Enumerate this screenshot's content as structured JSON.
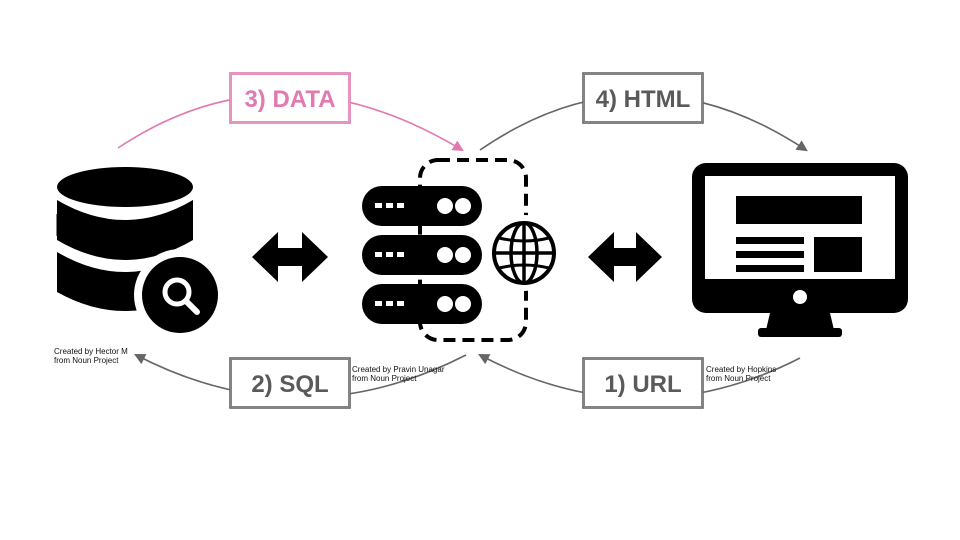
{
  "steps": {
    "data": {
      "label": "3) DATA",
      "color": "#e07ab0"
    },
    "html": {
      "label": "4) HTML",
      "color": "#5a5a5a"
    },
    "sql": {
      "label": "2) SQL",
      "color": "#5a5a5a"
    },
    "url": {
      "label": "1) URL",
      "color": "#5a5a5a"
    }
  },
  "credits": {
    "database": [
      "Created by Hector M",
      "from Noun Project"
    ],
    "server": [
      "Created by Pravin Unagar",
      "from Noun Project"
    ],
    "monitor": [
      "Created by Hopkins",
      "from Noun Project"
    ]
  },
  "icons": {
    "database": "database-search-icon",
    "server": "server-globe-icon",
    "monitor": "monitor-webpage-icon"
  },
  "colors": {
    "icon": "#000000",
    "arrow_gray": "#666666",
    "arrow_pink": "#e07ab0"
  }
}
